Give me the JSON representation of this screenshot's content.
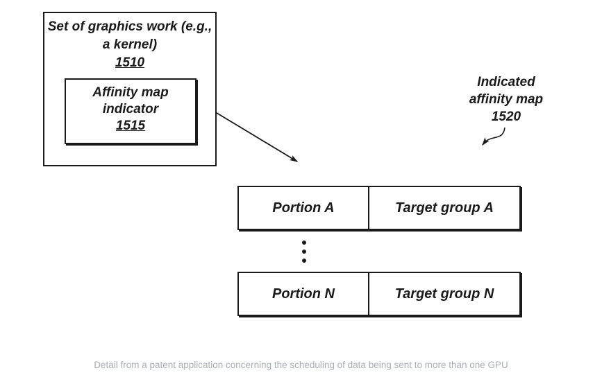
{
  "outer_box": {
    "title_line1": "Set of graphics work (e.g.,",
    "title_line2": "a kernel)",
    "ref": "1510"
  },
  "inner_box": {
    "label_line1": "Affinity map",
    "label_line2": "indicator",
    "ref": "1515"
  },
  "affinity_label": {
    "line1": "Indicated",
    "line2": "affinity map",
    "ref": "1520"
  },
  "table": {
    "rows": [
      {
        "portion": "Portion A",
        "target": "Target group A"
      },
      {
        "portion": "Portion N",
        "target": "Target group N"
      }
    ],
    "ellipsis_icon": "vertical-dots"
  },
  "caption": "Detail from a patent application concerning the scheduling of data being sent to more than one GPU",
  "colors": {
    "ink": "#1a1a1a",
    "caption": "#a9aeb8",
    "background": "#ffffff"
  }
}
